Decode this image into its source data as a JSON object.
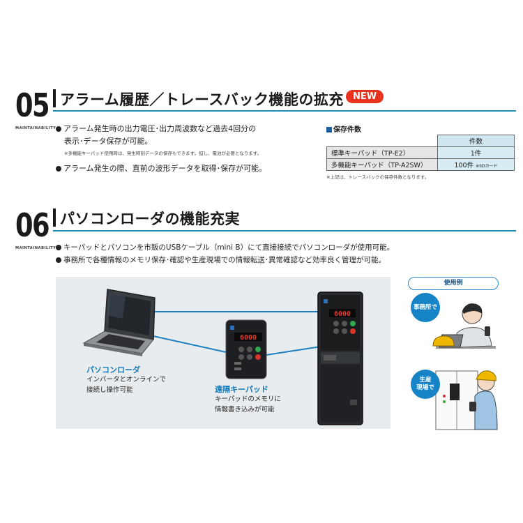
{
  "section05": {
    "number": "05",
    "subtitle": "MAINTAINABILITY",
    "title": "アラーム履歴／トレースバック機能の拡充",
    "badge": "NEW",
    "bullets": [
      "アラーム発生時の出力電圧･出力周波数など過去4回分の",
      "表示･データ保存が可能。",
      "アラーム発生の際、直前の波形データを取得･保存が可能。"
    ],
    "note": "※多機能キーパッド使用時は、発生時刻データの保存もできます。但し、電池が必要となります。"
  },
  "storage_table": {
    "title": "保存件数",
    "header": "件数",
    "rows": [
      {
        "name": "標準キーパッド（TP-E2）",
        "value": "1件",
        "suffix": ""
      },
      {
        "name": "多機能キーパッド（TP-A2SW）",
        "value": "100件",
        "suffix": "※SDカード"
      }
    ],
    "note": "※上記は、トレースバックの保存件数となります。"
  },
  "section06": {
    "number": "06",
    "subtitle": "MAINTAINABILITY",
    "title": "パソコンローダの機能充実",
    "bullets": [
      "キーパッドとパソコンを市販のUSBケーブル（mini B）にて直接接続でパソコンローダが使用可能。",
      "事務所で各種情報のメモリ保存･確認や生産現場での情報転送･異常確認など効率良く管理が可能。"
    ]
  },
  "illustration": {
    "pc_loader": {
      "title": "パソコンローダ",
      "line1": "インバータとオンラインで",
      "line2": "接続し操作可能"
    },
    "remote_keypad": {
      "title": "遠隔キーパッド",
      "line1": "キーパッドのメモリに",
      "line2": "情報書き込みが可能"
    },
    "keypad_display": "6000"
  },
  "usage": {
    "label": "使用例",
    "office": "事務所で",
    "site_line1": "生産",
    "site_line2": "現場で"
  },
  "colors": {
    "accent": "#1c8fb8",
    "badge": "#e8321e",
    "caption": "#1578b5"
  }
}
